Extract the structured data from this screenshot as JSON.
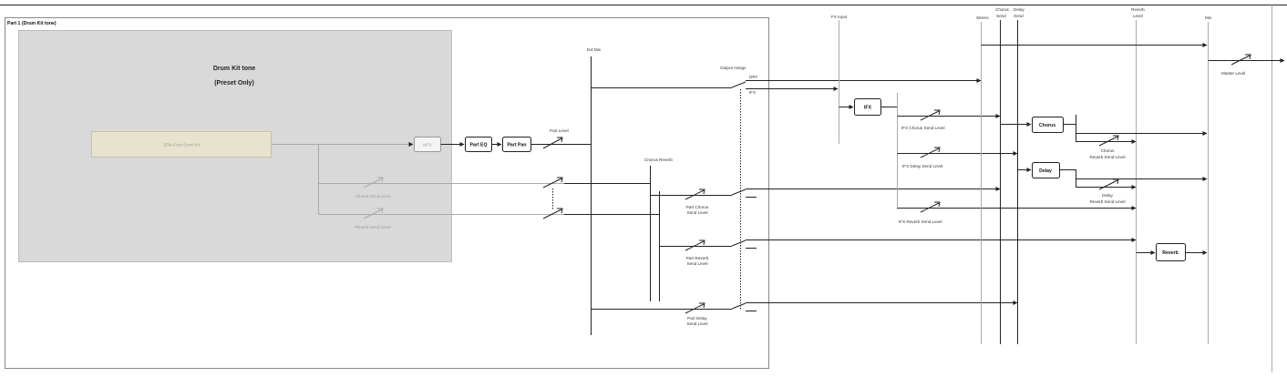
{
  "part": {
    "label": "Part 1 (Drum Kit tone)",
    "tone_title": "Drum Kit tone",
    "tone_subtitle": "(Preset Only)",
    "kit_name": "ZEN-Core Drum Kit"
  },
  "blocks": {
    "mfx": "MFX",
    "part_eq": "Part EQ",
    "part_pan": "Part Pan",
    "ifx": "IFX",
    "chorus": "Chorus",
    "delay": "Delay",
    "reverb": "Reverb"
  },
  "labels": {
    "part_level": "Part Level",
    "chorus_send_level": "Chorus Send Level",
    "reverb_send_level": "Reverb Send Level",
    "ext_mix": "Ext Mix",
    "output_assign": "Output Assign",
    "dry": "DRY",
    "ifx_out": "IFX",
    "chorus_reverb": "Chorus Reverb",
    "part_chorus_send_level": [
      "Part Chorus",
      "Send Level"
    ],
    "part_reverb_send_level": [
      "Part Reverb",
      "Send Level"
    ],
    "part_delay_send_level": [
      "Part Delay",
      "Send Level"
    ],
    "ifx_input": "FX Input",
    "ifx_chorus_send_level": "IFX Chorus Send Level",
    "ifx_delay_send_level": "IFX Delay Send Level",
    "ifx_reverb_send_level": "IFX Reverb Send Level",
    "chorus_reverb_send_level": [
      "Chorus",
      "Reverb Send Level"
    ],
    "delay_reverb_send_level": [
      "Delay",
      "Reverb Send Level"
    ],
    "master_level": "Master Level"
  },
  "bus_headers": {
    "stereo": "Stereo",
    "chorus_send": [
      "Chorus",
      "Send"
    ],
    "delay_send": [
      "Delay",
      "Send"
    ],
    "reverb_level": [
      "Reverb",
      "Level"
    ],
    "mix": "Mix"
  }
}
